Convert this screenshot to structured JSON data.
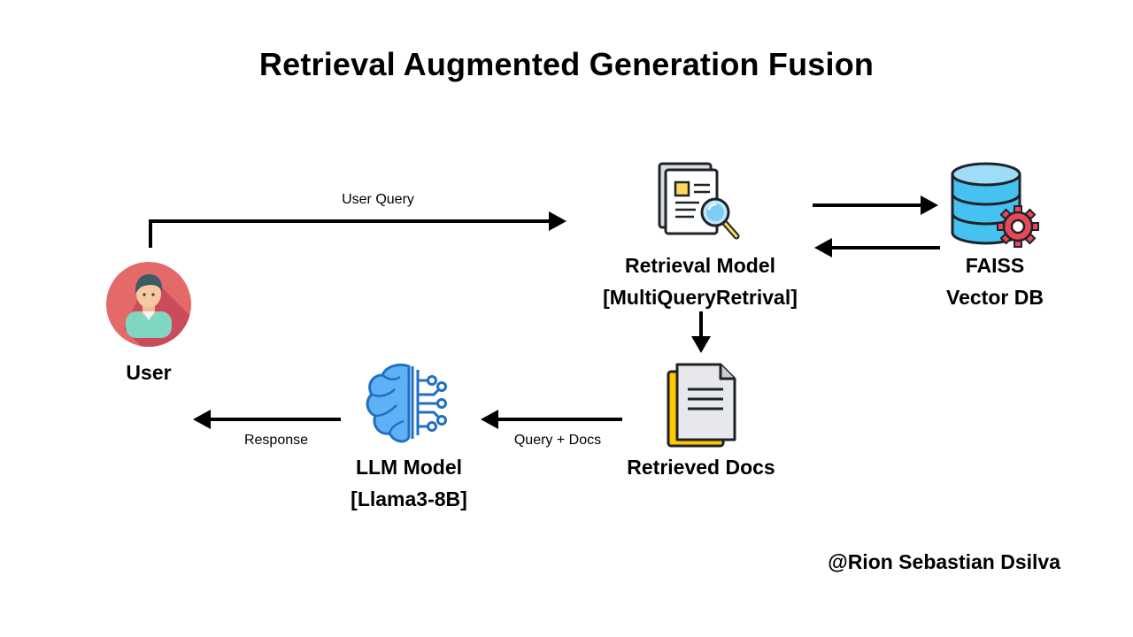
{
  "title": "Retrieval Augmented Generation Fusion",
  "nodes": {
    "user": {
      "label": "User"
    },
    "retrieval_model": {
      "line1": "Retrieval Model",
      "line2": "[MultiQueryRetrival]"
    },
    "vector_db": {
      "line1": "FAISS",
      "line2": "Vector DB"
    },
    "retrieved_docs": {
      "label": "Retrieved Docs"
    },
    "llm_model": {
      "line1": "LLM Model",
      "line2": "[Llama3-8B]"
    }
  },
  "edges": {
    "user_query": "User Query",
    "query_docs": "Query + Docs",
    "response": "Response"
  },
  "credit": "@Rion Sebastian Dsilva",
  "colors": {
    "avatar_bg": "#E46A6A",
    "avatar_shadow": "#C9485A",
    "shirt": "#7FD6C2",
    "skin": "#F6C9A0",
    "hair": "#3B5C66",
    "db_blue": "#46C1F0",
    "gear_red": "#E8485A",
    "doc_yellow": "#FFC800",
    "brain_blue": "#2F8FE8",
    "brain_light": "#5EB1F5"
  },
  "icons": {
    "user": "user-avatar-icon",
    "retrieval": "document-search-icon",
    "vector_db": "database-gear-icon",
    "docs": "documents-icon",
    "llm": "ai-brain-icon"
  }
}
